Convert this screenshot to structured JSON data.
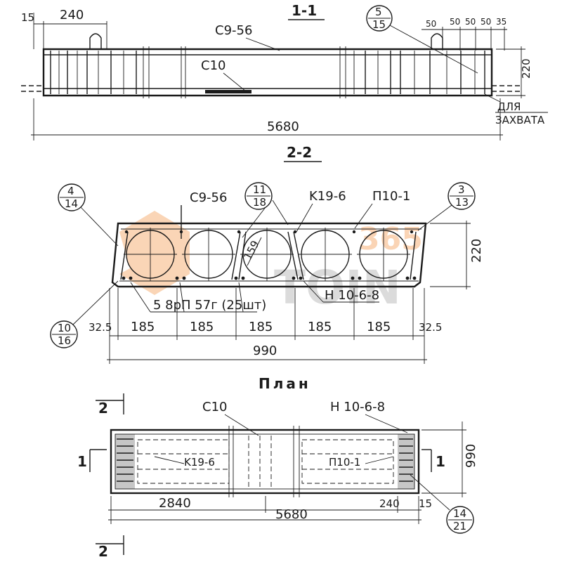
{
  "section_1": {
    "title": "1-1",
    "dim_15": "15",
    "dim_240": "240",
    "label_c9": "C9-56",
    "label_c10": "C10",
    "callout_top": "5",
    "callout_bottom": "15",
    "dim_50a": "50",
    "dim_50b": "50",
    "dim_50c": "50",
    "dim_50d": "50",
    "dim_35": "35",
    "dim_220": "220",
    "note_1": "ДЛЯ",
    "note_2": "ЗАХВАТА",
    "dim_length": "5680"
  },
  "section_2": {
    "title": "2-2",
    "callout_left_top": "4",
    "callout_left_bottom": "14",
    "label_c9": "C9-56",
    "callout_mid_top": "11",
    "callout_mid_bottom": "18",
    "label_k19": "K19-6",
    "label_p10": "П10-1",
    "callout_right_top": "3",
    "callout_right_bottom": "13",
    "dim_159": "159",
    "dim_220": "220",
    "label_rebar": "5 8рП 57г (25шт)",
    "label_n10": "Н 10-6-8",
    "callout_bl_top": "10",
    "callout_bl_bottom": "16",
    "dims_bottom": [
      "32.5",
      "185",
      "185",
      "185",
      "185",
      "185",
      "32.5"
    ],
    "dim_width": "990"
  },
  "plan": {
    "title": "План",
    "section_mark": "2",
    "section_mark_bottom": "2",
    "label_c10": "C10",
    "label_n10": "Н 10-6-8",
    "label_k19": "K19-6",
    "label_p10": "П10-1",
    "side_mark_left": "1",
    "side_mark_right": "1",
    "dim_990": "990",
    "dim_2840": "2840",
    "dim_240": "240",
    "dim_15": "15",
    "dim_5680": "5680",
    "callout_br_top": "14",
    "callout_br_bottom": "21"
  },
  "watermark": {
    "number": "365",
    "word": "TOIN"
  }
}
